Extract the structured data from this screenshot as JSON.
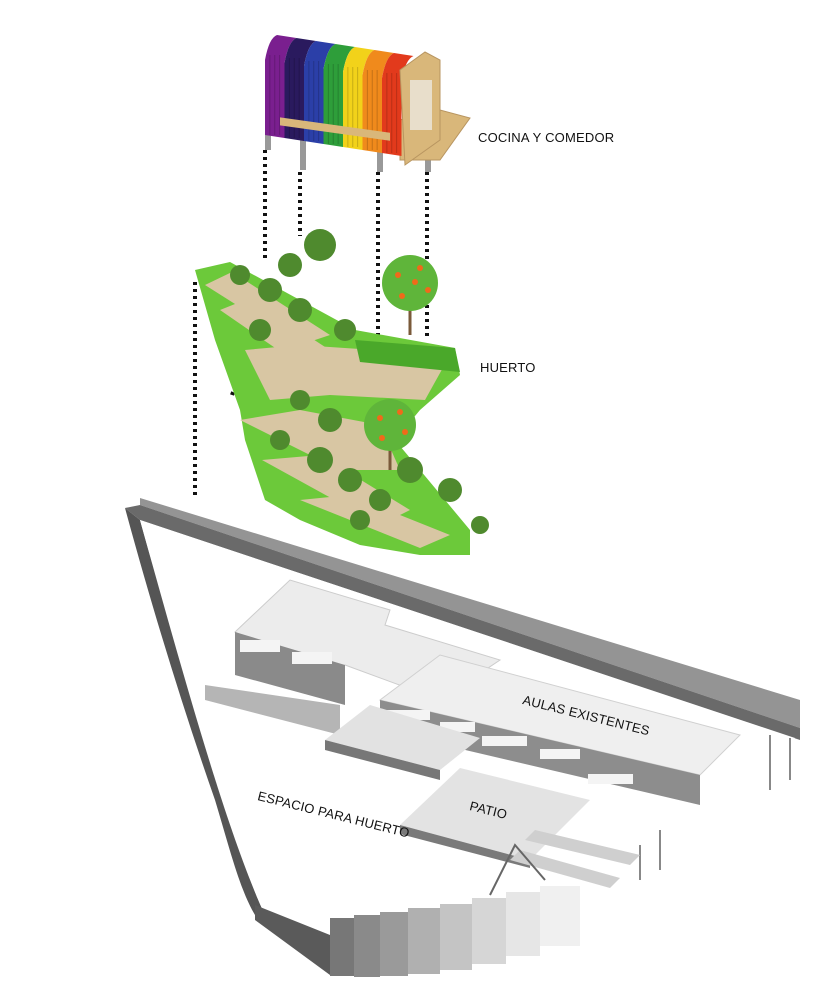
{
  "labels": {
    "kitchen": "COCINA Y COMEDOR",
    "garden": "HUERTO",
    "classrooms": "AULAS EXISTENTES",
    "patio": "PATIO",
    "garden_space": "ESPACIO PARA HUERTO"
  },
  "colors": {
    "stripes": [
      "#7a1f8f",
      "#2a1a5e",
      "#2b3fa8",
      "#2e9e3a",
      "#f2d21a",
      "#f08a1c",
      "#e23a1c"
    ],
    "wood": "#d9b77a",
    "grass": "#6cc93a",
    "path": "#d8c6a3",
    "roof": "#ececec",
    "wall": "#7d7d7d"
  }
}
